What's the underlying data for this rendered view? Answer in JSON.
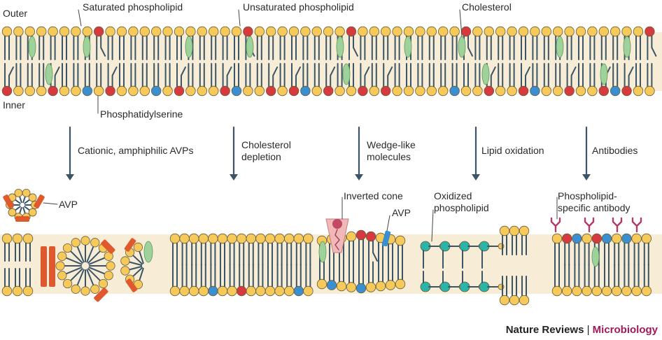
{
  "labels": {
    "outer": "Outer",
    "inner": "Inner",
    "saturated": "Saturated phospholipid",
    "unsaturated": "Unsaturated phospholipid",
    "cholesterol": "Cholesterol",
    "phosphatidylserine": "Phosphatidylserine",
    "arrow1": "Cationic, amphiphilic AVPs",
    "arrow2": "Cholesterol\ndepletion",
    "arrow3": "Wedge-like\nmolecules",
    "arrow4": "Lipid oxidation",
    "arrow5": "Antibodies",
    "avp_left": "AVP",
    "inverted_cone": "Inverted cone",
    "avp_mid": "AVP",
    "oxidized": "Oxidized\nphospholipid",
    "antibody": "Phospholipid-\nspecific antibody"
  },
  "footer": {
    "brand": "Nature Reviews",
    "separator": " | ",
    "journal": "Microbiology"
  },
  "colors": {
    "background_band": "#f7ecd6",
    "head_saturated": "#f5c95a",
    "head_unsaturated": "#d63a3f",
    "head_serine": "#3a8fd0",
    "head_oxidized": "#2bb5a8",
    "cholesterol": "#9fd29a",
    "avp": "#e0582e",
    "antibody": "#b33a6a",
    "tail": "#3c5566",
    "arrow": "#3c5566",
    "journal": "#a0195a"
  }
}
